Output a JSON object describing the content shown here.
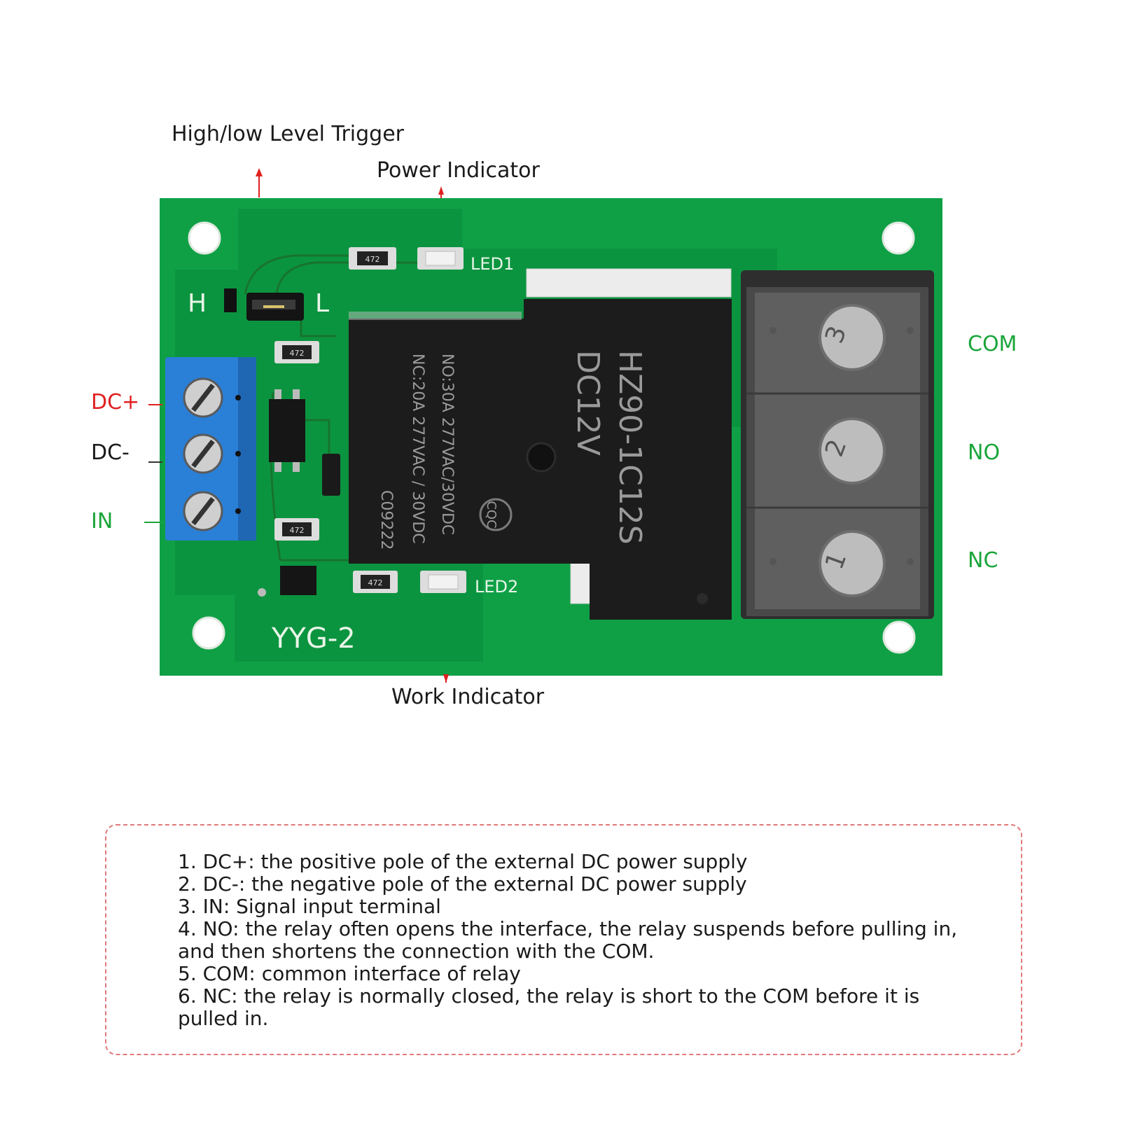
{
  "colors": {
    "pcb_green": "#0fa046",
    "pcb_dark_green": "#0a8a3a",
    "relay_black": "#1c1c1c",
    "terminal_blue": "#2a7fd6",
    "label_red": "#e02020",
    "label_green": "#1aa53a",
    "arrow_red": "#e02020",
    "border_red": "#e07a7a"
  },
  "callouts": {
    "trigger": "High/low Level Trigger",
    "power_indicator": "Power Indicator",
    "work_indicator": "Work Indicator",
    "dc_plus": "DC+",
    "dc_minus": "DC-",
    "in": "IN",
    "com": "COM",
    "no": "NO",
    "nc": "NC"
  },
  "board": {
    "jumper_h": "H",
    "jumper_l": "L",
    "led1": "LED1",
    "led2": "LED2",
    "model": "YYG-2",
    "resistor_code": "472",
    "relay_model": "HZ90-1C12S",
    "relay_voltage": "DC12V",
    "relay_no_rating": "NO:30A 277VAC/30VDC",
    "relay_nc_rating": "NC:20A 277VAC / 30VDC",
    "relay_batch": "C09222",
    "cert_mark": "CQC",
    "terminal_numbers": [
      "3",
      "2",
      "1"
    ]
  },
  "notes": [
    "1. DC+: the positive pole of the external DC power supply",
    "2. DC-: the negative pole of the external DC power supply",
    "3. IN: Signal input terminal",
    "4. NO: the relay often opens the interface, the relay suspends before pulling in, and then shortens the connection with the COM.",
    "5. COM: common interface of relay",
    "6. NC: the relay is normally closed, the relay is short to the COM before it is pulled in."
  ]
}
